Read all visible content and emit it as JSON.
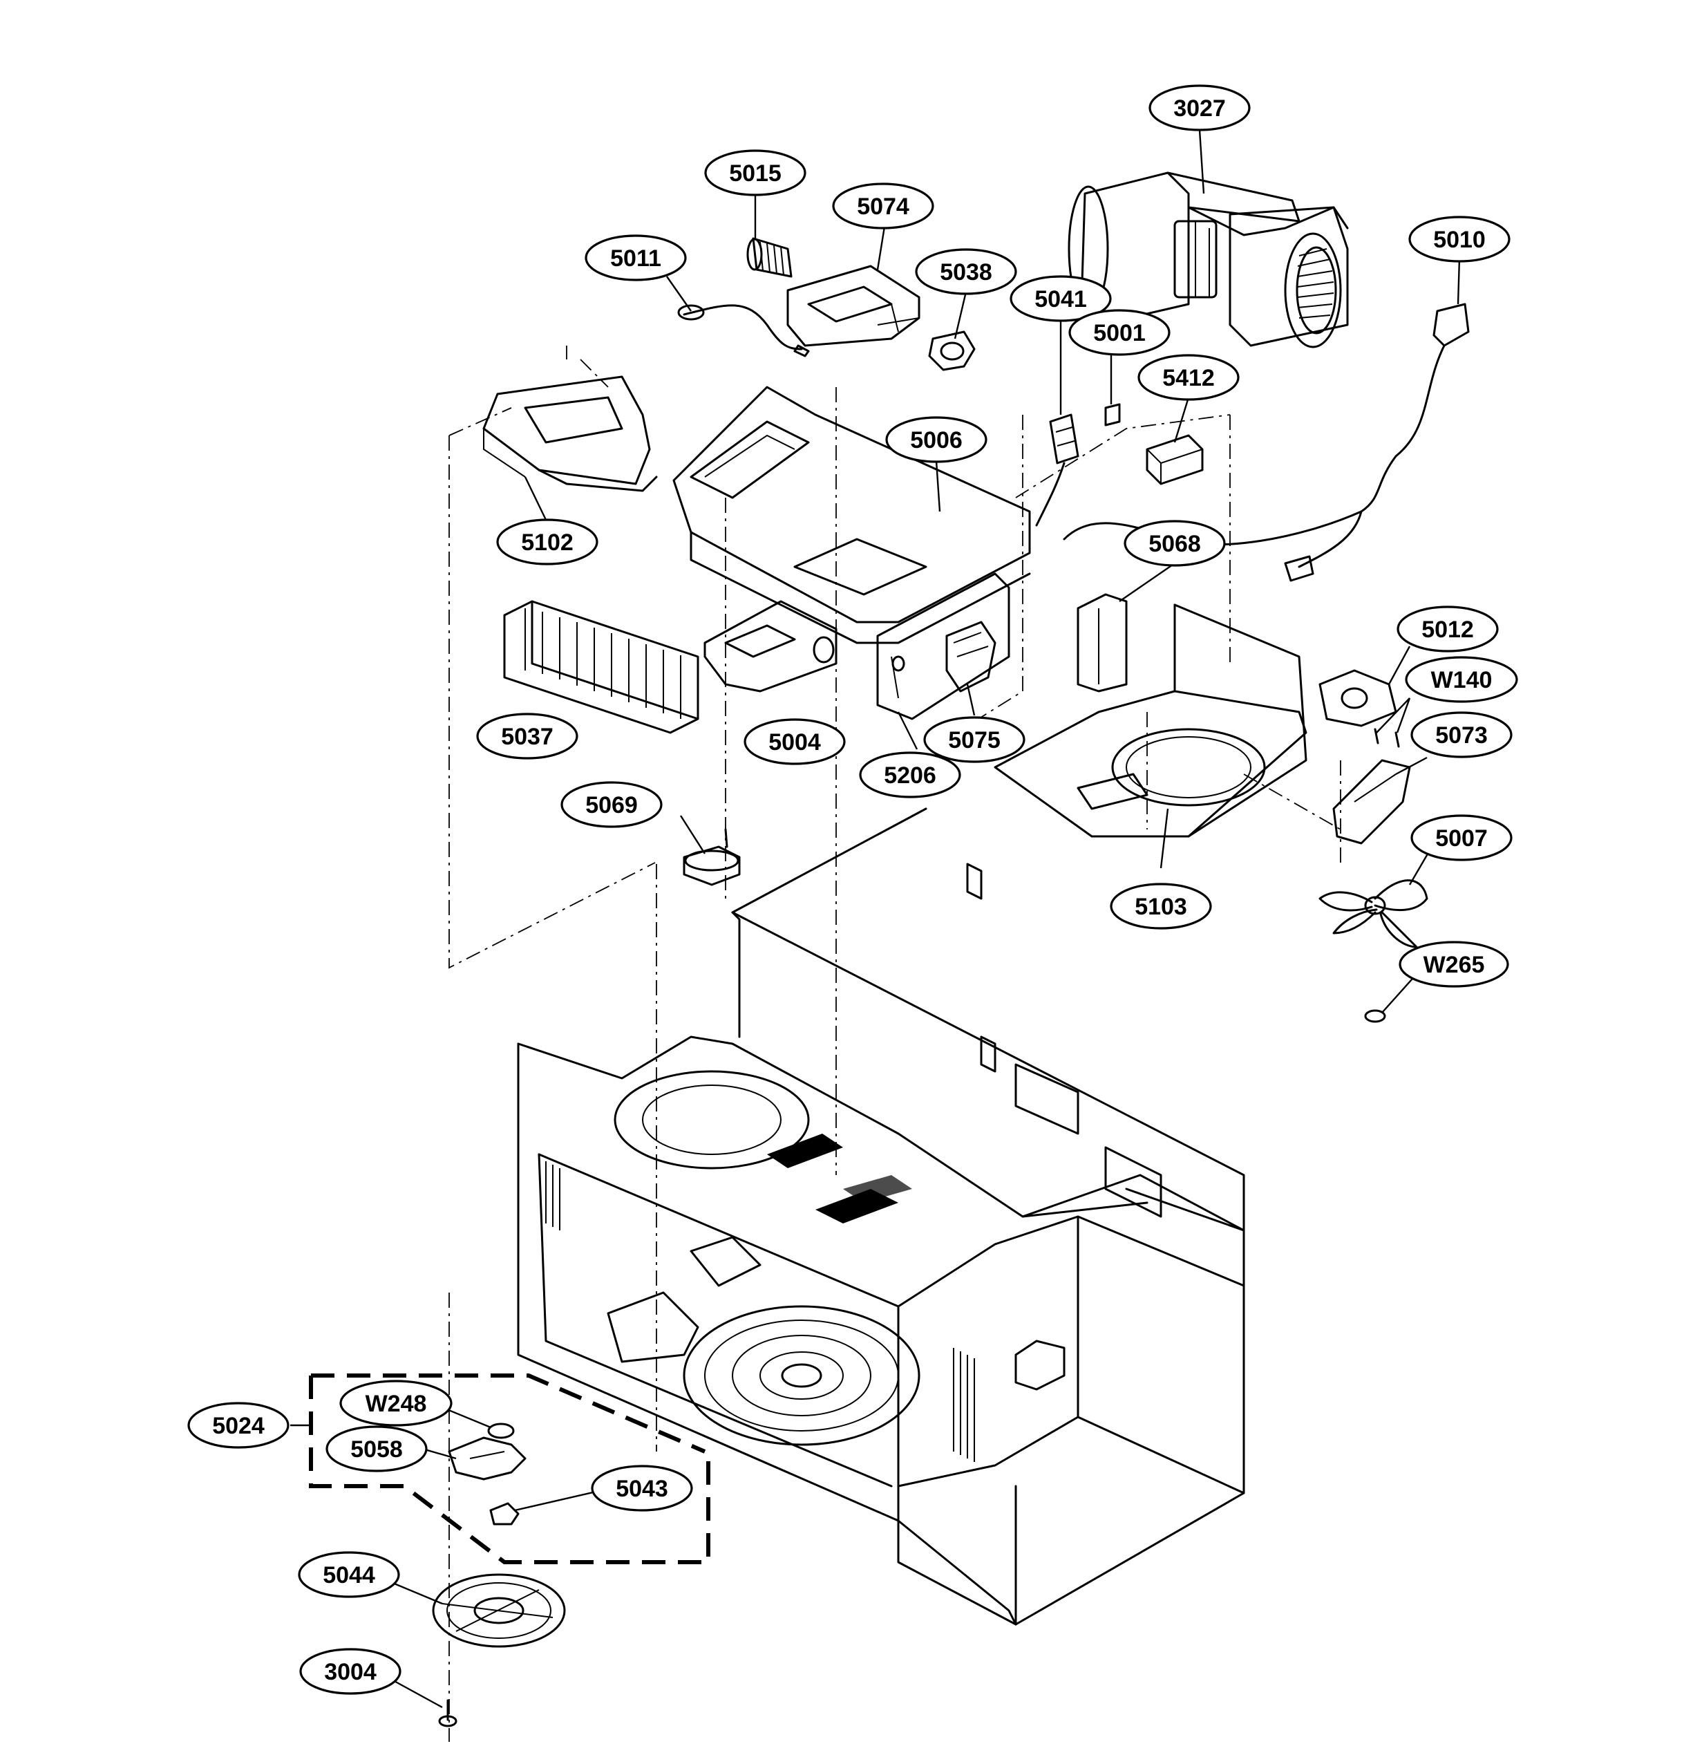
{
  "callouts": [
    {
      "id": "3027",
      "label": "3027"
    },
    {
      "id": "5015",
      "label": "5015"
    },
    {
      "id": "5074",
      "label": "5074"
    },
    {
      "id": "5011",
      "label": "5011"
    },
    {
      "id": "5038",
      "label": "5038"
    },
    {
      "id": "5041",
      "label": "5041"
    },
    {
      "id": "5001",
      "label": "5001"
    },
    {
      "id": "5010",
      "label": "5010"
    },
    {
      "id": "5412",
      "label": "5412"
    },
    {
      "id": "5006",
      "label": "5006"
    },
    {
      "id": "5102",
      "label": "5102"
    },
    {
      "id": "5068",
      "label": "5068"
    },
    {
      "id": "5012",
      "label": "5012"
    },
    {
      "id": "W140",
      "label": "W140"
    },
    {
      "id": "5037",
      "label": "5037"
    },
    {
      "id": "5004",
      "label": "5004"
    },
    {
      "id": "5075",
      "label": "5075"
    },
    {
      "id": "5073",
      "label": "5073"
    },
    {
      "id": "5206",
      "label": "5206"
    },
    {
      "id": "5069",
      "label": "5069"
    },
    {
      "id": "5007",
      "label": "5007"
    },
    {
      "id": "5103",
      "label": "5103"
    },
    {
      "id": "W265",
      "label": "W265"
    },
    {
      "id": "W248",
      "label": "W248"
    },
    {
      "id": "5024",
      "label": "5024"
    },
    {
      "id": "5058",
      "label": "5058"
    },
    {
      "id": "5043",
      "label": "5043"
    },
    {
      "id": "5044",
      "label": "5044"
    },
    {
      "id": "3004",
      "label": "3004"
    }
  ]
}
